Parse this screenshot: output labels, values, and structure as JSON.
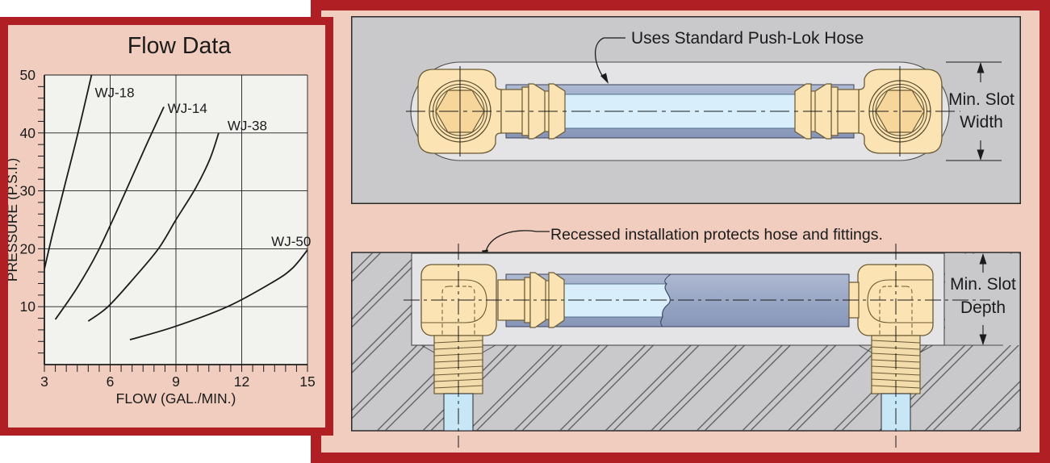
{
  "flow_panel": {
    "title": "Flow Data"
  },
  "chart_data": {
    "type": "line",
    "title": "Flow Data",
    "xlabel": "FLOW (GAL./MIN.)",
    "ylabel": "PRESSURE (P.S.I.)",
    "xlim": [
      3,
      15
    ],
    "ylim": [
      0,
      50
    ],
    "x_ticks_major": [
      3,
      6,
      9,
      12,
      15
    ],
    "y_ticks_major": [
      10,
      20,
      30,
      40,
      50
    ],
    "x_gridlines": [
      6,
      9,
      12,
      15
    ],
    "x_minor_step": 0.5,
    "y_minor_step": 2,
    "grid": true,
    "legend_position": "inline-labels",
    "series": [
      {
        "name": "WJ-18",
        "points": [
          [
            3,
            16.5
          ],
          [
            3.4,
            23
          ],
          [
            3.9,
            30.5
          ],
          [
            4.5,
            39.5
          ],
          [
            5.15,
            50
          ]
        ],
        "label_pos": [
          5.3,
          47
        ]
      },
      {
        "name": "WJ-14",
        "points": [
          [
            3.5,
            7.8
          ],
          [
            4.5,
            13.3
          ],
          [
            5.45,
            19.6
          ],
          [
            6.6,
            29
          ],
          [
            7.6,
            37.5
          ],
          [
            8.45,
            44.5
          ]
        ],
        "label_pos": [
          8.62,
          44.3
        ]
      },
      {
        "name": "WJ-38",
        "points": [
          [
            5.0,
            7.5
          ],
          [
            5.9,
            10
          ],
          [
            7.1,
            15
          ],
          [
            8.2,
            20
          ],
          [
            9.0,
            25
          ],
          [
            9.9,
            30.5
          ],
          [
            10.55,
            35.5
          ],
          [
            10.95,
            40
          ]
        ],
        "label_pos": [
          11.35,
          41.3
        ]
      },
      {
        "name": "WJ-50",
        "points": [
          [
            6.9,
            4.3
          ],
          [
            8.9,
            6.5
          ],
          [
            11.35,
            10
          ],
          [
            13.4,
            14.2
          ],
          [
            14.3,
            16.6
          ],
          [
            15,
            19.8
          ]
        ],
        "label_pos": [
          13.35,
          21.3
        ]
      }
    ]
  },
  "top_view": {
    "caption": "Uses Standard Push-Lok Hose",
    "dim_line1": "Min. Slot",
    "dim_line2": "Width"
  },
  "section_view": {
    "caption": "Recessed installation protects hose and fittings.",
    "dim_line1": "Min. Slot",
    "dim_line2": "Depth"
  },
  "colors": {
    "frame_red": "#b01f24",
    "panel_pink": "#f0cdbe",
    "drawing_gray": "#c9c9cb",
    "slot_gray": "#e4e4e6",
    "plot_background": "#f2f2ef",
    "fitting_brass": "#fbe3b3",
    "hose_outer_blue": "#98a6c6",
    "hose_inner_blue": "#d9eefb",
    "tube_blue": "#c7e7f7",
    "line_ink": "#1b1b1b"
  }
}
